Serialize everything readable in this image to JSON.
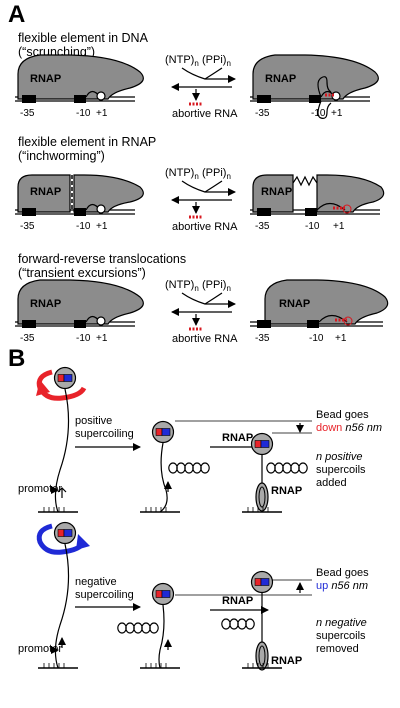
{
  "panel_a": {
    "label": "A",
    "rows": [
      {
        "line1": "flexible element in DNA",
        "line2": "(“scrunching”)"
      },
      {
        "line1": "flexible element in RNAP",
        "line2": "(“inchworming”)"
      },
      {
        "line1": "forward-reverse translocations",
        "line2": "(“transient excursions”)"
      }
    ],
    "rnap": "RNAP",
    "minus35": "-35",
    "minus10": "-10",
    "plus1": "+1",
    "ntp": "(NTP)",
    "ppi": "(PPi)",
    "sub_n": "n",
    "abortive": "abortive RNA"
  },
  "panel_b": {
    "label": "B",
    "rnap": "RNAP",
    "promoter": "promoter",
    "positive": {
      "word": "positive",
      "rest": "supercoiling",
      "bead_line1": "Bead goes",
      "bead_dir": "down",
      "bead_amt": "n56 nm",
      "coil_line1": "n positive",
      "coil_line2": "supercoils",
      "coil_line3": "added"
    },
    "negative": {
      "word": "negative",
      "rest": "supercoiling",
      "bead_line1": "Bead goes",
      "bead_dir": "up",
      "bead_amt": "n56 nm",
      "coil_line1": "n negative",
      "coil_line2": "supercoils",
      "coil_line3": "removed"
    }
  },
  "colors": {
    "blob": "#8c8c8c",
    "red": "#e8232a",
    "blue": "#1f2ad6",
    "highlight_red": "#d71920",
    "highlight_blue": "#1c2fd0"
  }
}
